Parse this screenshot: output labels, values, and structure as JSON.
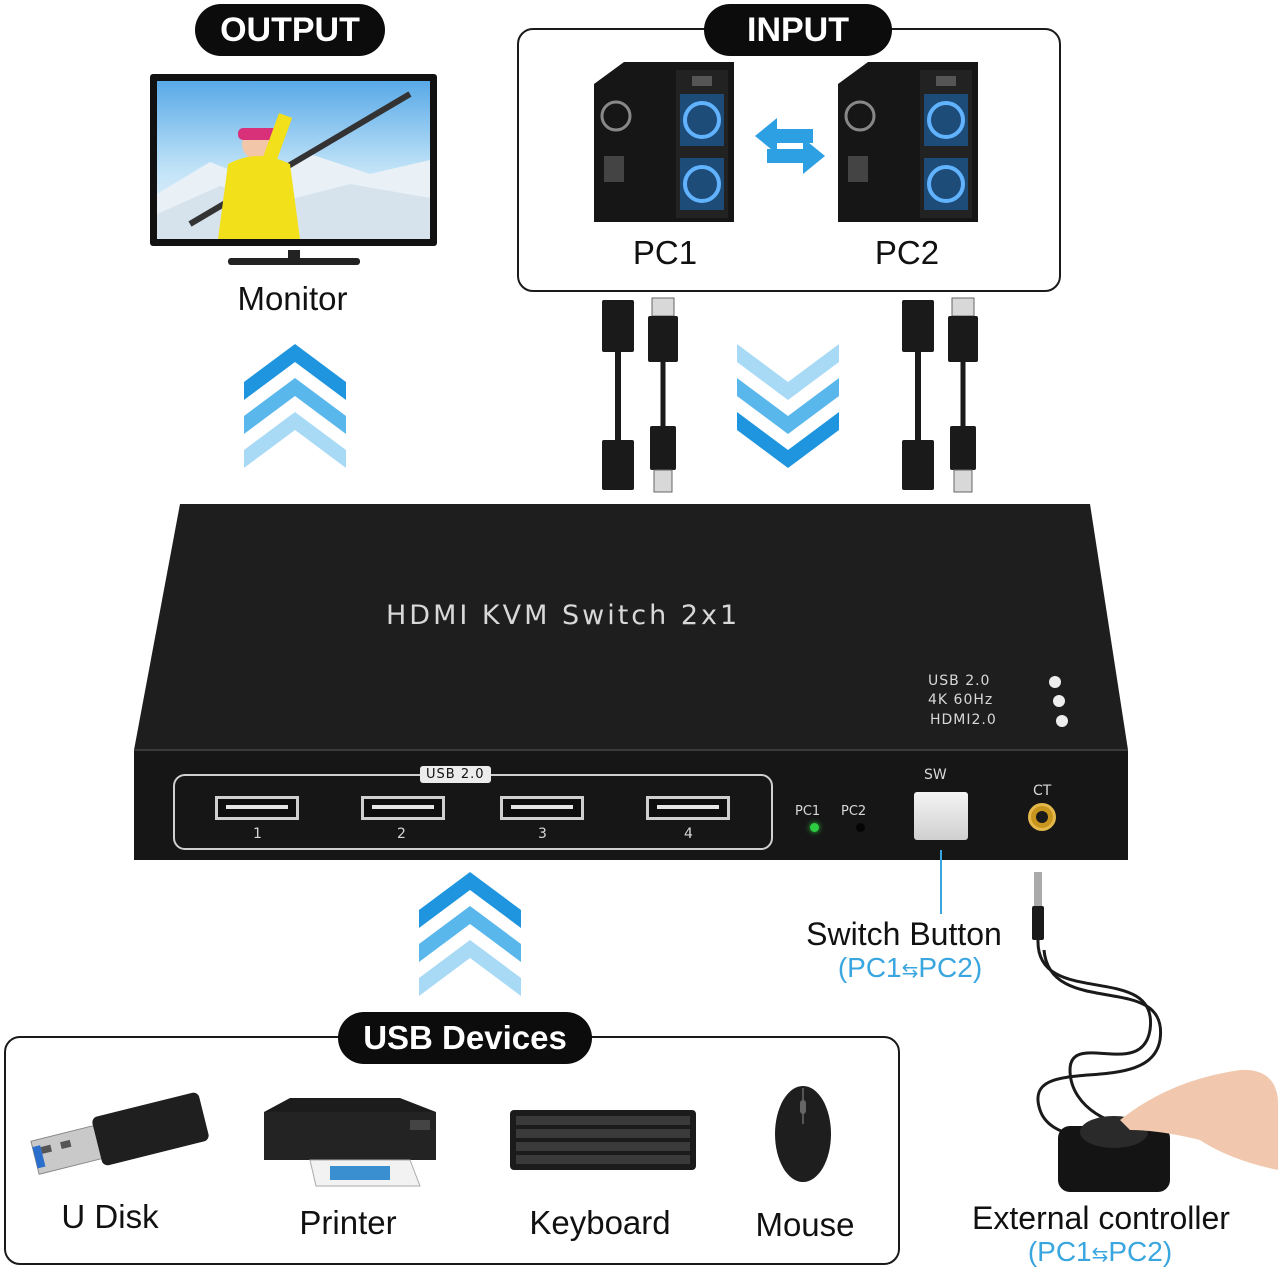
{
  "output_section": {
    "badge": "OUTPUT",
    "monitor_label": "Monitor"
  },
  "input_section": {
    "badge": "INPUT",
    "pc1_label": "PC1",
    "pc2_label": "PC2"
  },
  "device": {
    "title": "HDMI KVM Switch 2x1",
    "spec_lines": [
      "USB 2.0",
      "4K 60Hz",
      "HDMI2.0"
    ],
    "usb_group_label": "USB 2.0",
    "port_numbers": [
      "1",
      "2",
      "3",
      "4"
    ],
    "led_pc1": "PC1",
    "led_pc2": "PC2",
    "sw_label": "SW",
    "ct_label": "CT"
  },
  "switch_button": {
    "title": "Switch Button",
    "pc_a": "PC1",
    "pc_b": "PC2",
    "open": "(",
    "close": ")"
  },
  "usb_devices": {
    "badge": "USB Devices",
    "items": [
      "U Disk",
      "Printer",
      "Keyboard",
      "Mouse"
    ]
  },
  "external_controller": {
    "title": "External controller",
    "pc_a": "PC1",
    "pc_b": "PC2",
    "open": "(",
    "close": ")"
  },
  "colors": {
    "accent_blue": "#3aa6df",
    "device_body": "#1d1d1d",
    "badge_bg": "#0c0c0c",
    "led_green": "#2ecc40"
  }
}
